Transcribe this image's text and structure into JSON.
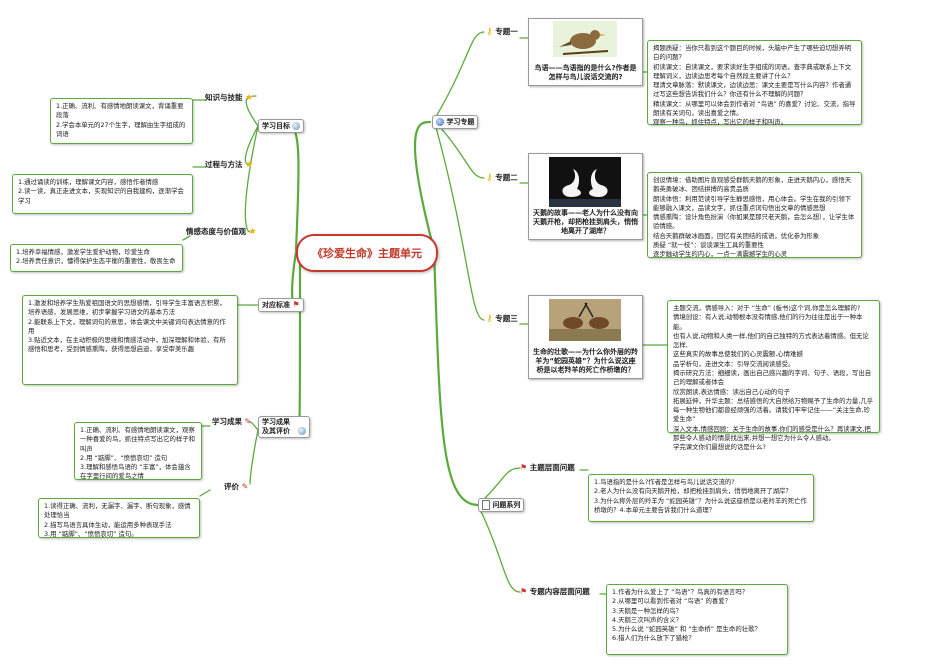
{
  "center_title": "《珍爱生命》主题单元",
  "left": {
    "study_goals": {
      "label": "学习目标",
      "knowledge": {
        "label": "知识与技能",
        "items": [
          "1.正确、流利、有感情地朗读课文，背诵重要段落",
          "2.学会本单元的27个生字，理解由生字组成的词语"
        ]
      },
      "process": {
        "label": "过程与方法",
        "items": [
          "1.通过诵读的训练，理解课文内容，感悟作者情感",
          "2.读一读，真正走进文本，实现知识的自我建构，逐渐学会学习"
        ]
      },
      "emotion": {
        "label": "情感态度与价值观",
        "items": [
          "1.培养幸福情感，激发学生爱护动物，珍爱生命",
          "2.培养责任意识，懂得保护生态平衡的重要性，敬畏生命"
        ]
      }
    },
    "standard": {
      "label": "对应标准",
      "items": [
        "1.激发和培养学生热爱祖国语文的思想感情，引导学生丰富语言积累，培养语感，发展思维，初步掌握学习语文的基本方法",
        "2.能联系上下文，理解词句的意思，体会课文中关键词句表达情意的作用",
        "3.贴近文本，在主动积极的思维和情感活动中，加深理解和体验，有所感悟和思考，受到情感熏陶，获得思想启迪，享受审美乐趣"
      ]
    },
    "results": {
      "label": "学习成果及其评价",
      "outcome": {
        "label": "学习成果",
        "items": [
          "1.正确、流利、有感情地朗读课文，观察一种喜爱的鸟，抓住特点写出它的样子和叫声",
          "2.用 “踮脚”、“愤愤哀切” 造句",
          "3.理解和感悟鸟语的 “丰富”，体会蕴含在字里行间的爱鸟之情"
        ]
      },
      "evaluation": {
        "label": "评价",
        "items": [
          "1.读得正确、流利，无漏字、漏字、断句现象，感情处理恰当",
          "2.描写鸟语言具体生动，能运用多种表现手法",
          "3.用 “踮脚”、“愤愤哀切” 造句。"
        ]
      }
    }
  },
  "right": {
    "topics": {
      "label": "学习专题",
      "topic1": {
        "label": "专题一",
        "caption": "鸟语——鸟语指的是什么?作者是怎样与鸟儿说话交流的?",
        "items": [
          "揭题质疑：当你只看到这个题目的时候，头脑中产生了哪些迫切想弄明白的问题？",
          "初读课文：自读课文，要求读好生字组成的词语，查字典或联系上下文理解词义，边读边思考每个自然段主要讲了什么？",
          "理清文章脉落：默读课文，边读边思：课文主要是写什么内容？作者通过写这些想告诉我们什么？你还有什么不理解的问题？",
          "精读课文：从哪里可以体会到作者对 “鸟语” 的喜爱？讨论、交流，指导朗读有关词句，读出喜爱之情。",
          "观察一种鸟，抓住特点，写出它的样子和叫声。"
        ]
      },
      "topic2": {
        "label": "专题二",
        "caption": "天鹅的故事——老人为什么没有向天鹅开枪，却把枪挂到肩头，悄悄地离开了湖岸？",
        "items": [
          "创设情境：借助图片直观感受群鹅天鹅的形象，走进天鹅内心，感悟天鹅英勇破冰、团结拼搏的高贵品质",
          "朗读体悟：利用范读引导学生静思感悟，用心体会。学生在我的引领下能够融入课文，品读文字，抓住重点词句悟出文章的情感思想",
          "情感熏陶：设计角色扮演（你如果是那只老天鹅，会怎么想），让学生体验情感。",
          "结合天鹅群破冰画面，回忆有关团结的成语，优化参为形象",
          "质疑 “就一枝”：谈谈课生工具的重要性",
          "逐步触动学生的内心，一点一滴震撼学生的心灵"
        ]
      },
      "topic3": {
        "label": "专题三",
        "caption": "生命的壮歌——为什么你外层的羚羊为“蛇园英雄”？为什么说这座桥是以老羚羊的死亡作桥墩的？",
        "items": [
          "主题交流，情感导入：对于 “生命” (板书)这个词,你是怎么理解的?",
          "情境创设：有人说,动物根本没有情感,他们的行为往往是出于一种本能。",
          "也有人说,动物和人类一样,他们的自己独特的方式表达着情感。但无论怎样,",
          "这些真实的故事总使我们的心灵震颤,心情难撼",
          "品学析句，走进文本：引导交流阅读感受。",
          "揭示研究方法：细细读，画出自己感兴趣的字词、句子、语段，写出自己的理解或者体会",
          "欣赏朗读,表达情感：读出自己心动的句子",
          "拓展延伸，升华主题：总结感悟的大自然给万物赐予了生命的力量,几乎每一种生物他们都曾经顽强的活着。请我们牢牢记住——“关注生命,珍爱生命”",
          "深入文本,情感回顾：关于生命的故事,你们的感受是什么？再读课文,把那些令人感动的情景找出来,并想一想它为什么令人感动。",
          "学完课文你们最想说的话是什么?"
        ]
      }
    },
    "questions": {
      "label": "问题系列",
      "theme": {
        "label": "主题层面问题",
        "items": [
          "1.鸟语指的是什么?作者是怎样与鸟儿说话交流的?",
          "2.老人为什么没有向天鹅开枪，却把枪挂到肩头，悄悄地离开了湖岸？",
          "3.为什么称外层的羚羊为 “蛇园英雄”？为什么说这座桥是以老羚羊的死亡作桥墩的？4.本单元主要告诉我们什么道理？"
        ]
      },
      "content": {
        "label": "专题内容层面问题",
        "items": [
          "1.作者为什么爱上了 “鸟语”？鸟真的有语言吗？",
          "2.从哪里可以看到作者对 “鸟语” 的喜爱？",
          "3.天鹅是一种怎样的鸟？",
          "4.天鹅三次叫声的含义？",
          "5.为什么说 “蛇园英雄” 和 “生命桥” 是生命的壮歌？",
          "6.猎人们为什么放下了猎枪？"
        ]
      }
    }
  }
}
